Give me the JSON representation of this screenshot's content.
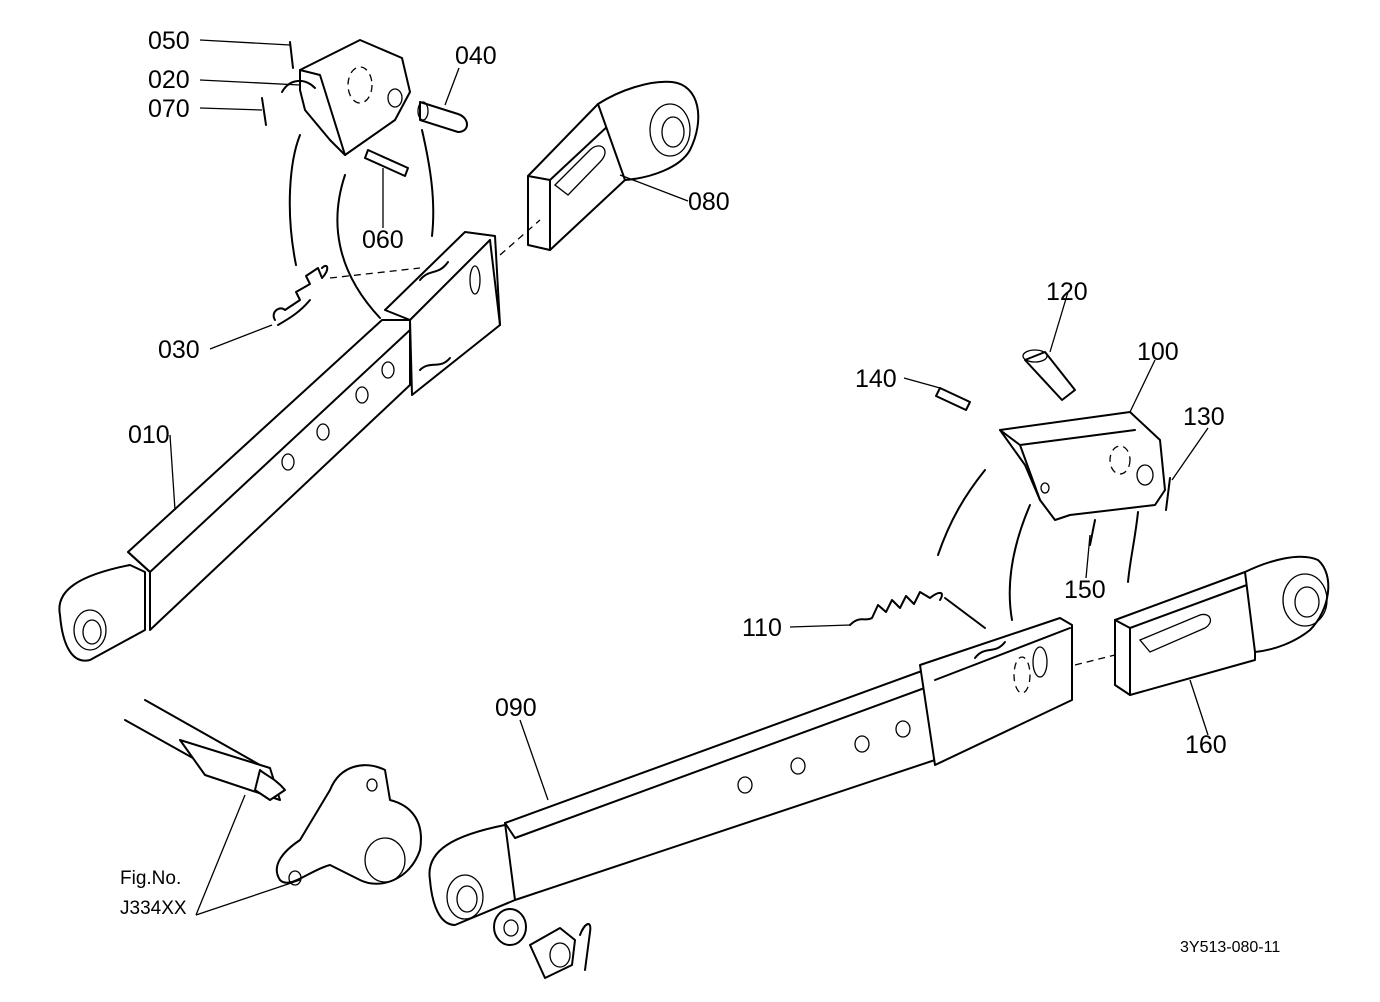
{
  "labels": {
    "p010": "010",
    "p020": "020",
    "p030": "030",
    "p040": "040",
    "p050": "050",
    "p060": "060",
    "p070": "070",
    "p080": "080",
    "p090": "090",
    "p100": "100",
    "p110": "110",
    "p120": "120",
    "p130": "130",
    "p140": "140",
    "p150": "150",
    "p160": "160"
  },
  "reference": {
    "line1": "Fig.No.",
    "line2": "J334XX"
  },
  "drawing_number": "3Y513-080-11"
}
